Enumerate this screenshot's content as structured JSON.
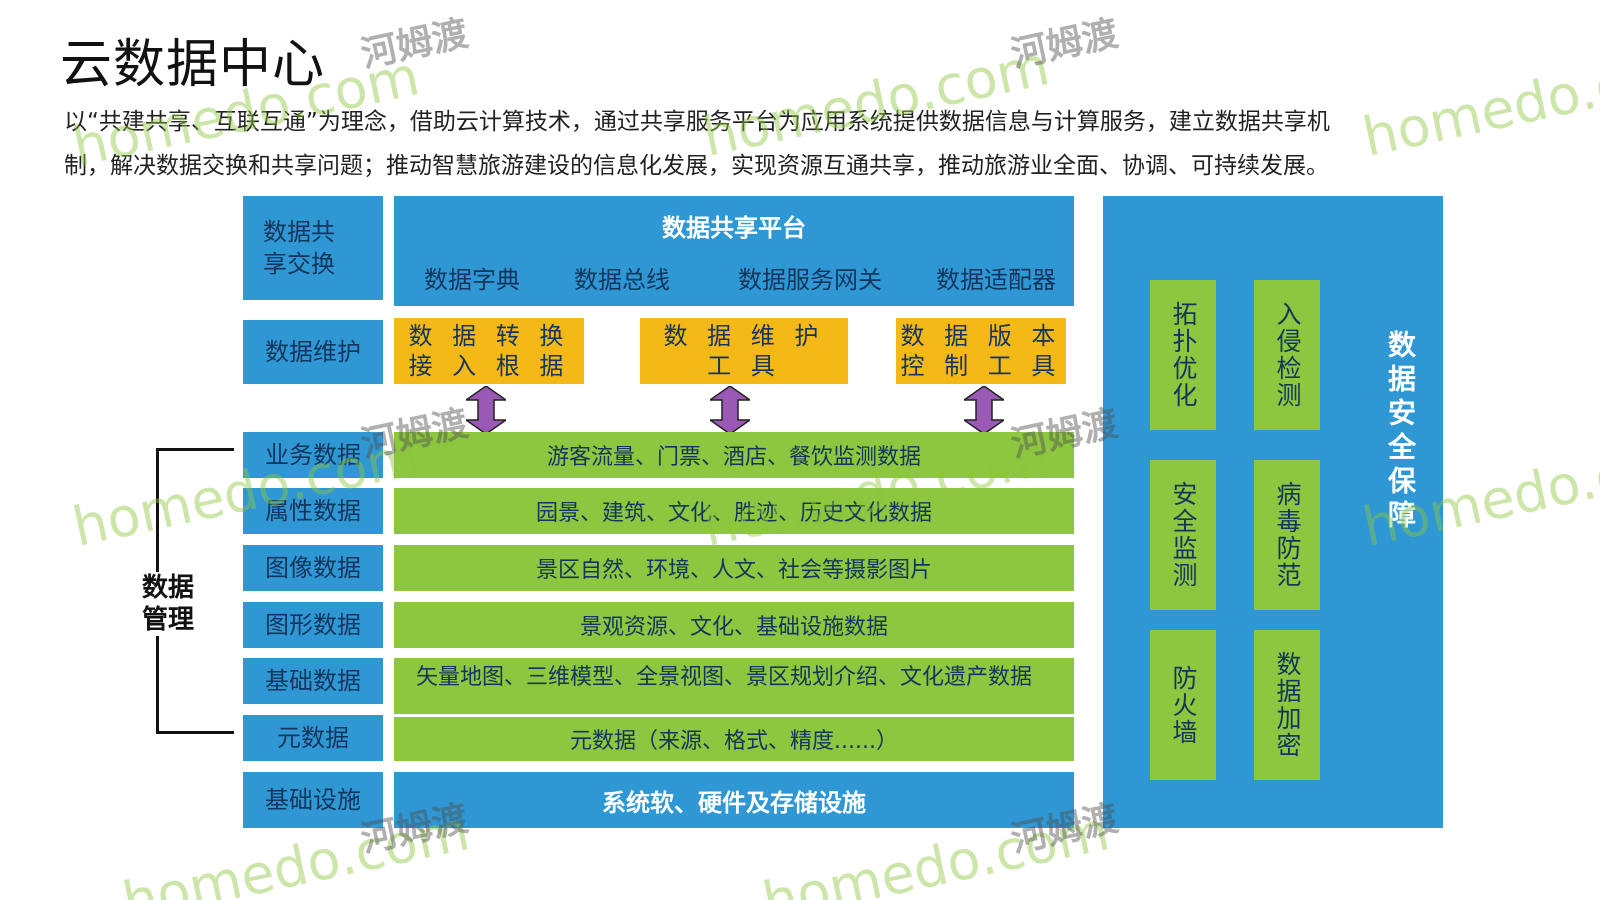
{
  "title": "云数据中心",
  "intro": {
    "line1": "以“共建共享、互联互通”为理念，借助云计算技术，通过共享服务平台为应用系统提供数据信息与计算服务，建立数据共享机",
    "line2": "制，解决数据交换和共享问题；推动智慧旅游建设的信息化发展，实现资源互通共享，推动旅游业全面、协调、可持续发展。"
  },
  "left_labels": {
    "exchange": "数据共享交换",
    "maintenance": "数据维护",
    "business": "业务数据",
    "attribute": "属性数据",
    "image": "图像数据",
    "graphic": "图形数据",
    "base": "基础数据",
    "meta": "元数据",
    "infrastructure": "基础设施"
  },
  "platform": {
    "title": "数据共享平台",
    "items": [
      "数据字典",
      "数据总线",
      "数据服务网关",
      "数据适配器"
    ]
  },
  "tools": {
    "conversion_line1": "数 据 转 换",
    "conversion_line2": "接 入 根 据",
    "maintenance_line1": "数 据 维 护",
    "maintenance_line2": "工 具",
    "version_line1": "数 据 版 本",
    "version_line2": "控 制 工 具"
  },
  "data_rows": {
    "business": "游客流量、门票、酒店、餐饮监测数据",
    "attribute": "园景、建筑、文化、胜迹、历史文化数据",
    "image": "景区自然、环境、人文、社会等摄影图片",
    "graphic": "景观资源、文化、基础设施数据",
    "base": "矢量地图、三维模型、全景视图、景区规划介绍、文化遗产数据",
    "meta": "元数据（来源、格式、精度......）"
  },
  "infrastructure_text": "系统软、硬件及存储设施",
  "data_management": "数据管理",
  "security": {
    "title": "数据安全保障",
    "items": [
      "拓扑优化",
      "入侵检测",
      "安全监测",
      "病毒防范",
      "防火墙",
      "数据加密"
    ]
  },
  "colors": {
    "blue": "#2e97d4",
    "green": "#8dc63f",
    "yellow": "#f5b917",
    "arrow": "#9b59b6",
    "dark_text": "#14365c"
  },
  "watermark": {
    "brand": "homedo.com",
    "brand_cn": "河姆渡"
  }
}
